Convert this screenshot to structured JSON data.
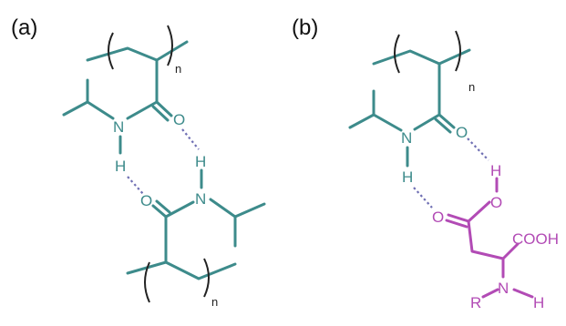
{
  "panel_a": {
    "label": "(a)",
    "atoms": {
      "o_top": "O",
      "n_top": "N",
      "h_top": "H",
      "h_bottom": "H",
      "n_bottom": "N",
      "o_bottom": "O"
    },
    "subscripts": {
      "top": "n",
      "bottom": "n"
    },
    "colors": {
      "molecule": "#3d8b8b",
      "hbond": "#6f6fb3"
    }
  },
  "panel_b": {
    "label": "(b)",
    "atoms": {
      "o_top": "O",
      "n_top": "N",
      "h_n": "H",
      "h_acid": "H",
      "o_acid": "O",
      "o_carbonyl": "O",
      "cooh": "COOH",
      "n_amine": "N",
      "r": "R",
      "h_amine": "H"
    },
    "subscripts": {
      "top": "n"
    },
    "colors": {
      "polymer": "#3d8b8b",
      "asp": "#b24bb5",
      "hbond": "#6f6fb3"
    }
  }
}
